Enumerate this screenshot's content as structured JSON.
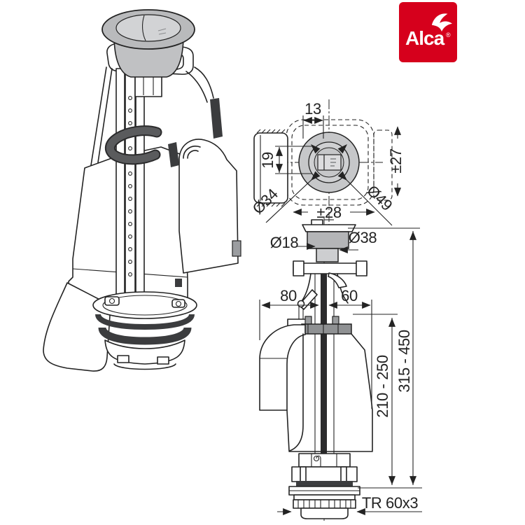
{
  "logo": {
    "brand": "Alca",
    "registered": "®",
    "bg_color": "#d6001c"
  },
  "top_view": {
    "dim_width_top": "13",
    "dim_slot_left": "19",
    "dim_adjust_vertical": "±27",
    "dim_diameter_inner": "Ø34",
    "dim_diameter_outer": "Ø49",
    "dim_adjust_horizontal": "±28"
  },
  "side_view": {
    "dim_neck_diameter": "Ø18",
    "dim_button_diameter": "Ø38",
    "dim_offset_left": "80",
    "dim_offset_right": "60",
    "dim_range_inner": "210 - 250",
    "dim_range_outer": "315 - 450",
    "thread_spec": "TR 60x3"
  }
}
